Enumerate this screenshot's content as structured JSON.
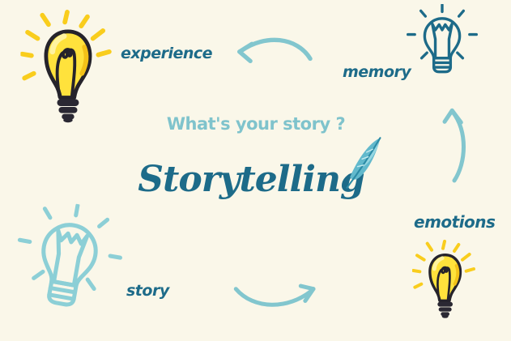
{
  "canvas": {
    "background": "#faf7e9"
  },
  "header": {
    "subtitle": "What's your story ?",
    "title": "Storytelling"
  },
  "nodes": [
    {
      "id": "experience",
      "label": "experience",
      "icon": "lightbulb-doodle-yellow-icon"
    },
    {
      "id": "memory",
      "label": "memory",
      "icon": "lightbulb-outline-teal-icon"
    },
    {
      "id": "emotions",
      "label": "emotions",
      "icon": "lightbulb-doodle-yellow-small-icon"
    },
    {
      "id": "story",
      "label": "story",
      "icon": "lightbulb-outline-light-teal-icon"
    }
  ],
  "arrows": [
    {
      "name": "arrow-memory-to-experience",
      "direction": "left",
      "style": "curved"
    },
    {
      "name": "arrow-emotions-to-memory",
      "direction": "up",
      "style": "curved"
    },
    {
      "name": "arrow-story-to-emotions",
      "direction": "right",
      "style": "curved"
    }
  ],
  "decorations": [
    {
      "name": "quill-feather-icon"
    }
  ],
  "colors": {
    "background": "#faf7e9",
    "dark_teal": "#1d6b89",
    "light_teal": "#82c6ce",
    "pale_teal_bulb": "#8ccfd6",
    "bulb_yellow": "#ffe23c",
    "ray_yellow": "#f9cd1d",
    "outline_black": "#25232b",
    "feather_teal": "#62b9cc"
  }
}
